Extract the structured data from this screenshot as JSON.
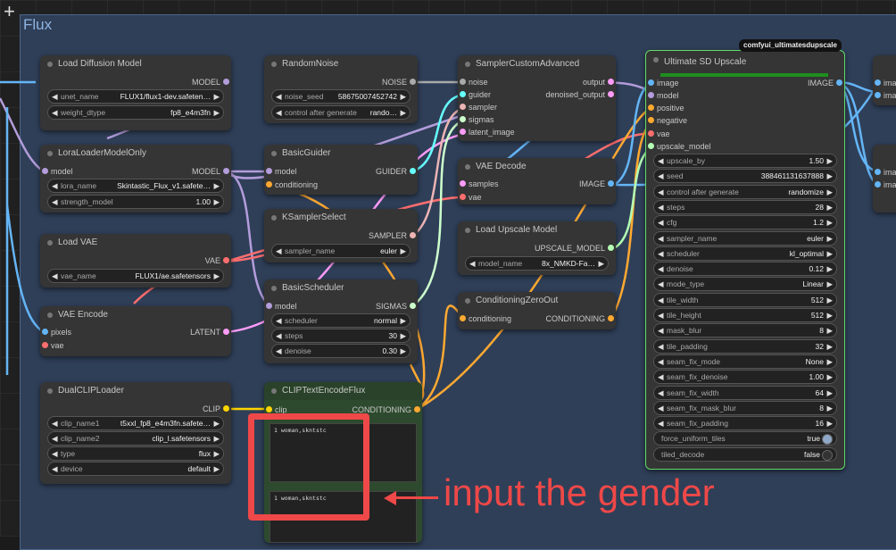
{
  "group_title": "Flux",
  "badge": "comfyui_ultimatesdupscale",
  "annotation": "input the gender",
  "colors": {
    "model": "#b39ddb",
    "clip": "#ffd500",
    "vae": "#ff6e6e",
    "conditioning": "#ffa931",
    "latent": "#ff9cf9",
    "image": "#64b5f6",
    "noise": "#a9a9a9",
    "guider": "#66ffff",
    "sampler": "#ecb4b4",
    "sigmas": "#cdffcd",
    "upscale": "#b4ffb4",
    "green_border": "#5fdc6a"
  },
  "nodes": {
    "load_diffusion": {
      "title": "Load Diffusion Model",
      "out": "MODEL",
      "w1n": "unet_name",
      "w1v": "FLUX1/flux1-dev.safeten…",
      "w2n": "weight_dtype",
      "w2v": "fp8_e4m3fn"
    },
    "lora": {
      "title": "LoraLoaderModelOnly",
      "in1": "model",
      "out": "MODEL",
      "w1n": "lora_name",
      "w1v": "Skintastic_Flux_v1.safete…",
      "w2n": "strength_model",
      "w2v": "1.00"
    },
    "load_vae": {
      "title": "Load VAE",
      "out": "VAE",
      "w1n": "vae_name",
      "w1v": "FLUX1/ae.safetensors"
    },
    "vae_encode": {
      "title": "VAE Encode",
      "in1": "pixels",
      "in2": "vae",
      "out": "LATENT"
    },
    "dual_clip": {
      "title": "DualCLIPLoader",
      "out": "CLIP",
      "w1n": "clip_name1",
      "w1v": "t5xxl_fp8_e4m3fn.safete…",
      "w2n": "clip_name2",
      "w2v": "clip_l.safetensors",
      "w3n": "type",
      "w3v": "flux",
      "w4n": "device",
      "w4v": "default"
    },
    "random_noise": {
      "title": "RandomNoise",
      "out": "NOISE",
      "w1n": "noise_seed",
      "w1v": "58675007452742",
      "w2n": "control after generate",
      "w2v": "rando…"
    },
    "basic_guider": {
      "title": "BasicGuider",
      "in1": "model",
      "in2": "conditioning",
      "out": "GUIDER"
    },
    "ksampler_select": {
      "title": "KSamplerSelect",
      "out": "SAMPLER",
      "w1n": "sampler_name",
      "w1v": "euler"
    },
    "basic_scheduler": {
      "title": "BasicScheduler",
      "in1": "model",
      "out": "SIGMAS",
      "w1n": "scheduler",
      "w1v": "normal",
      "w2n": "steps",
      "w2v": "30",
      "w3n": "denoise",
      "w3v": "0.30"
    },
    "clip_text": {
      "title": "CLIPTextEncodeFlux",
      "in1": "clip",
      "out": "CONDITIONING",
      "text1": "1 woman,skntstc",
      "text2": "1 woman,skntstc"
    },
    "sampler_custom": {
      "title": "SamplerCustomAdvanced",
      "in1": "noise",
      "in2": "guider",
      "in3": "sampler",
      "in4": "sigmas",
      "in5": "latent_image",
      "out1": "output",
      "out2": "denoised_output"
    },
    "vae_decode": {
      "title": "VAE Decode",
      "in1": "samples",
      "in2": "vae",
      "out": "IMAGE"
    },
    "load_upscale": {
      "title": "Load Upscale Model",
      "out": "UPSCALE_MODEL",
      "w1n": "model_name",
      "w1v": "8x_NMKD-Fa…"
    },
    "cond_zero": {
      "title": "ConditioningZeroOut",
      "in1": "conditioning",
      "out": "CONDITIONING"
    },
    "usd": {
      "title": "Ultimate SD Upscale",
      "out": "IMAGE",
      "inputs": [
        "image",
        "model",
        "positive",
        "negative",
        "vae",
        "upscale_model"
      ],
      "widgets": [
        {
          "n": "upscale_by",
          "v": "1.50"
        },
        {
          "n": "seed",
          "v": "388461131637888"
        },
        {
          "n": "control after generate",
          "v": "randomize"
        },
        {
          "n": "steps",
          "v": "28"
        },
        {
          "n": "cfg",
          "v": "1.2"
        },
        {
          "n": "sampler_name",
          "v": "euler"
        },
        {
          "n": "scheduler",
          "v": "kl_optimal"
        },
        {
          "n": "denoise",
          "v": "0.12"
        },
        {
          "n": "mode_type",
          "v": "Linear"
        },
        {
          "n": "tile_width",
          "v": "512"
        },
        {
          "n": "tile_height",
          "v": "512"
        },
        {
          "n": "mask_blur",
          "v": "8"
        },
        {
          "n": "tile_padding",
          "v": "32"
        },
        {
          "n": "seam_fix_mode",
          "v": "None"
        },
        {
          "n": "seam_fix_denoise",
          "v": "1.00"
        },
        {
          "n": "seam_fix_width",
          "v": "64"
        },
        {
          "n": "seam_fix_mask_blur",
          "v": "8"
        },
        {
          "n": "seam_fix_padding",
          "v": "16"
        }
      ],
      "toggles": [
        {
          "n": "force_uniform_tiles",
          "v": "true"
        },
        {
          "n": "tiled_decode",
          "v": "false"
        }
      ]
    },
    "right_a": {
      "in1": "image",
      "in2": "image"
    },
    "right_b": {
      "in1": "image",
      "in2": "image"
    }
  }
}
